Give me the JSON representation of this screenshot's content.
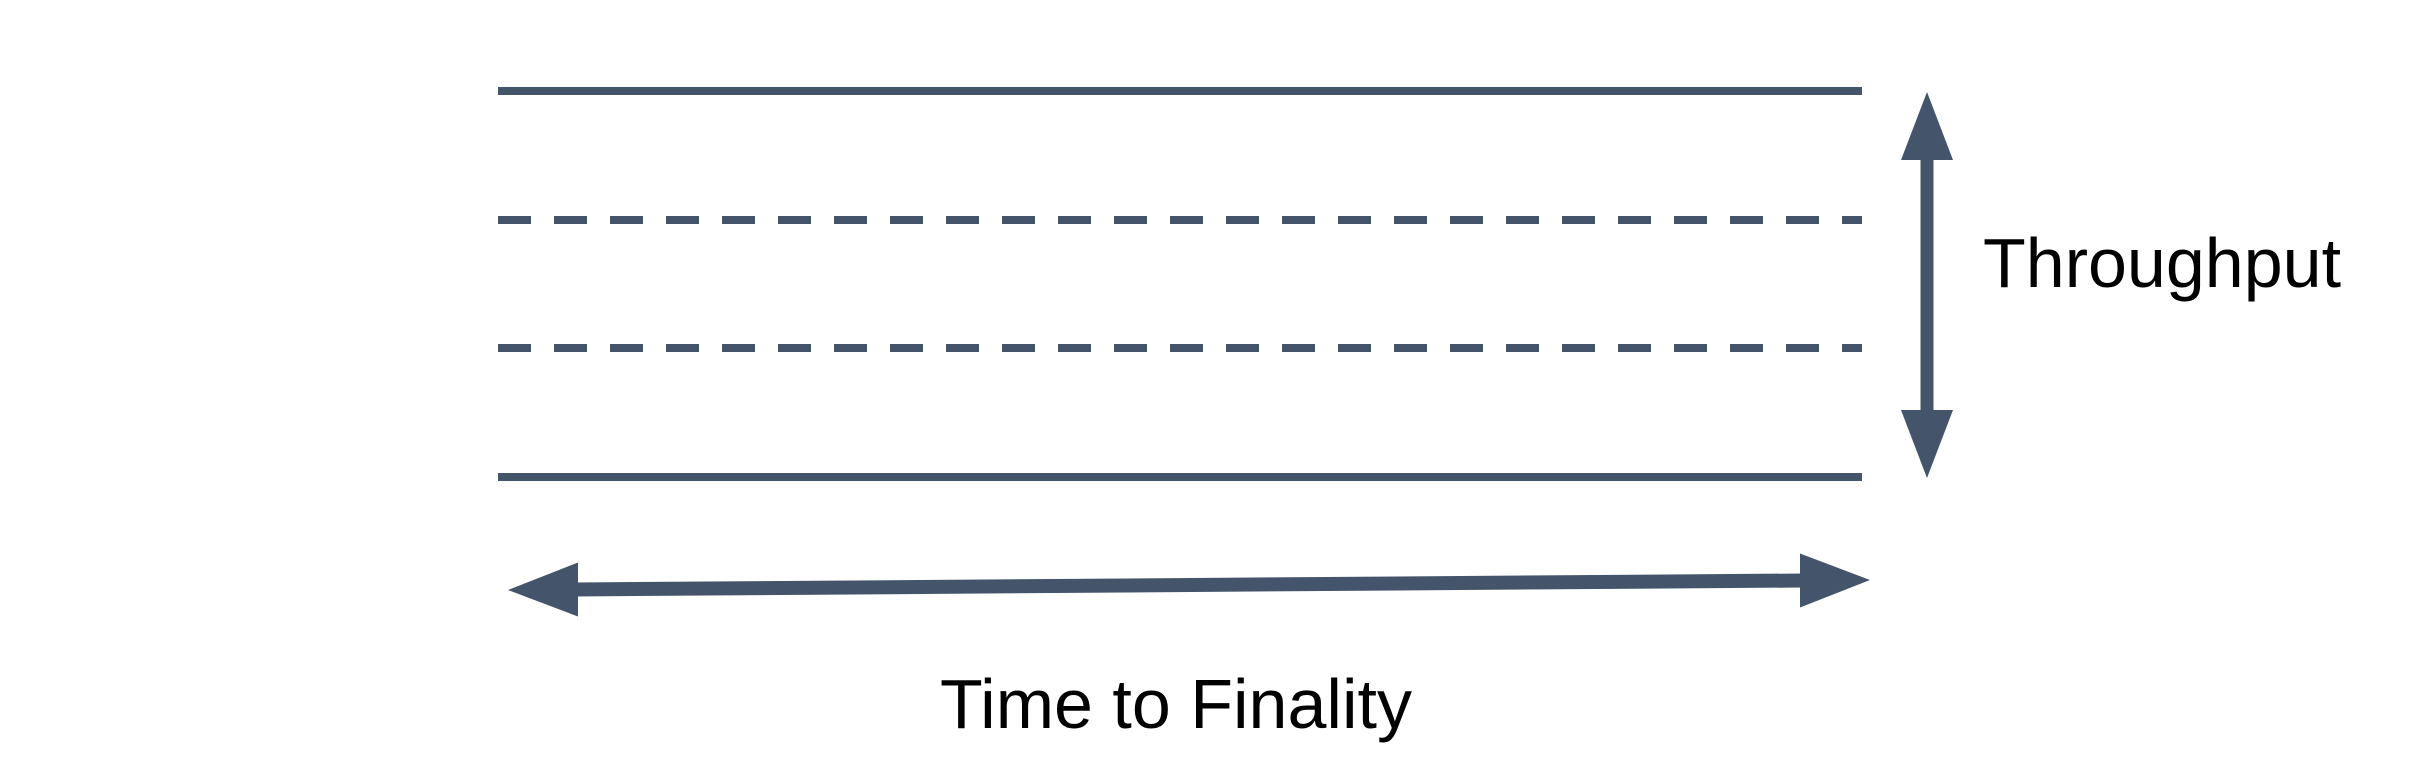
{
  "diagram": {
    "colors": {
      "shape": "#44546A",
      "text": "#000000",
      "background": "#FFFFFF"
    },
    "labels": {
      "throughput": "Throughput",
      "time_to_finality": "Time to Finality"
    },
    "lanes": [
      {
        "name": "top-boundary",
        "style": "solid"
      },
      {
        "name": "inner-divider-1",
        "style": "dashed"
      },
      {
        "name": "inner-divider-2",
        "style": "dashed"
      },
      {
        "name": "bottom-boundary",
        "style": "solid"
      }
    ],
    "arrows": [
      {
        "name": "throughput-axis",
        "orientation": "vertical",
        "double_headed": true
      },
      {
        "name": "time-to-finality-axis",
        "orientation": "horizontal",
        "double_headed": true
      }
    ]
  }
}
